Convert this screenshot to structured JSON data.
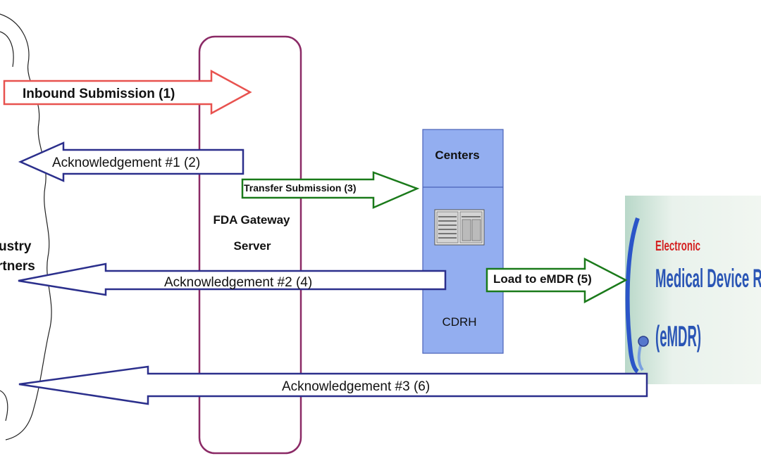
{
  "partners": {
    "label_line1": "ustry",
    "label_line2": "rtners"
  },
  "gateway": {
    "label_line1": "FDA Gateway",
    "label_line2": "Server"
  },
  "centers": {
    "header": "Centers",
    "label": "CDRH"
  },
  "emdr_banner": {
    "line1": "Electronic",
    "line2": "Medical Device Repor",
    "line3": "(eMDR)"
  },
  "arrows": {
    "inbound_submission": "Inbound Submission (1)",
    "ack1": "Acknowledgement #1 (2)",
    "transfer_submission": "Transfer Submission (3)",
    "ack2": "Acknowledgement #2 (4)",
    "load_emdr": "Load to eMDR (5)",
    "ack3": "Acknowledgement #3 (6)"
  },
  "colors": {
    "inbound": "#e8524f",
    "ack": "#2b2f8c",
    "transfer": "#1a7a1a",
    "gateway_border": "#8b2a66",
    "centers_fill": "#93aef0",
    "centers_border": "#4a62b8"
  }
}
